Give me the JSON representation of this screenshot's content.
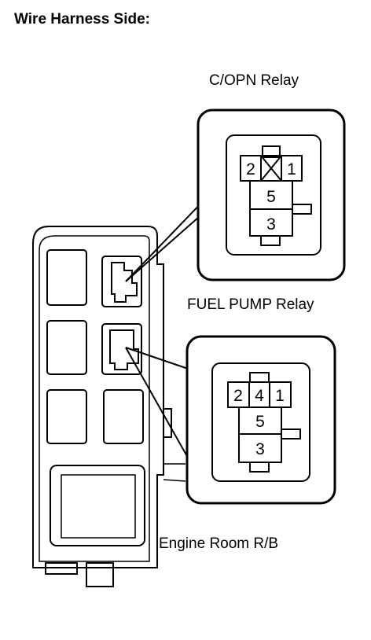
{
  "heading": "Wire Harness Side:",
  "labels": {
    "copn_relay": "C/OPN Relay",
    "fuel_pump_relay": "FUEL PUMP Relay",
    "engine_room_rb": "Engine Room R/B"
  },
  "copn_connector": {
    "pins": [
      "2",
      "1",
      "5",
      "3"
    ]
  },
  "fuel_pump_connector": {
    "pins": [
      "2",
      "4",
      "1",
      "5",
      "3"
    ]
  }
}
